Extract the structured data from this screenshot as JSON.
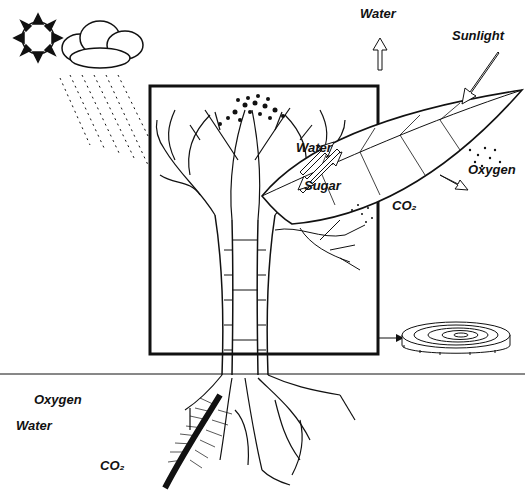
{
  "diagram": {
    "labels": [
      "Water",
      "Sunlight",
      "Water",
      "Sugar",
      "Oxygen",
      "CO₂",
      "Oxygen",
      "Water",
      "CO₂"
    ]
  }
}
